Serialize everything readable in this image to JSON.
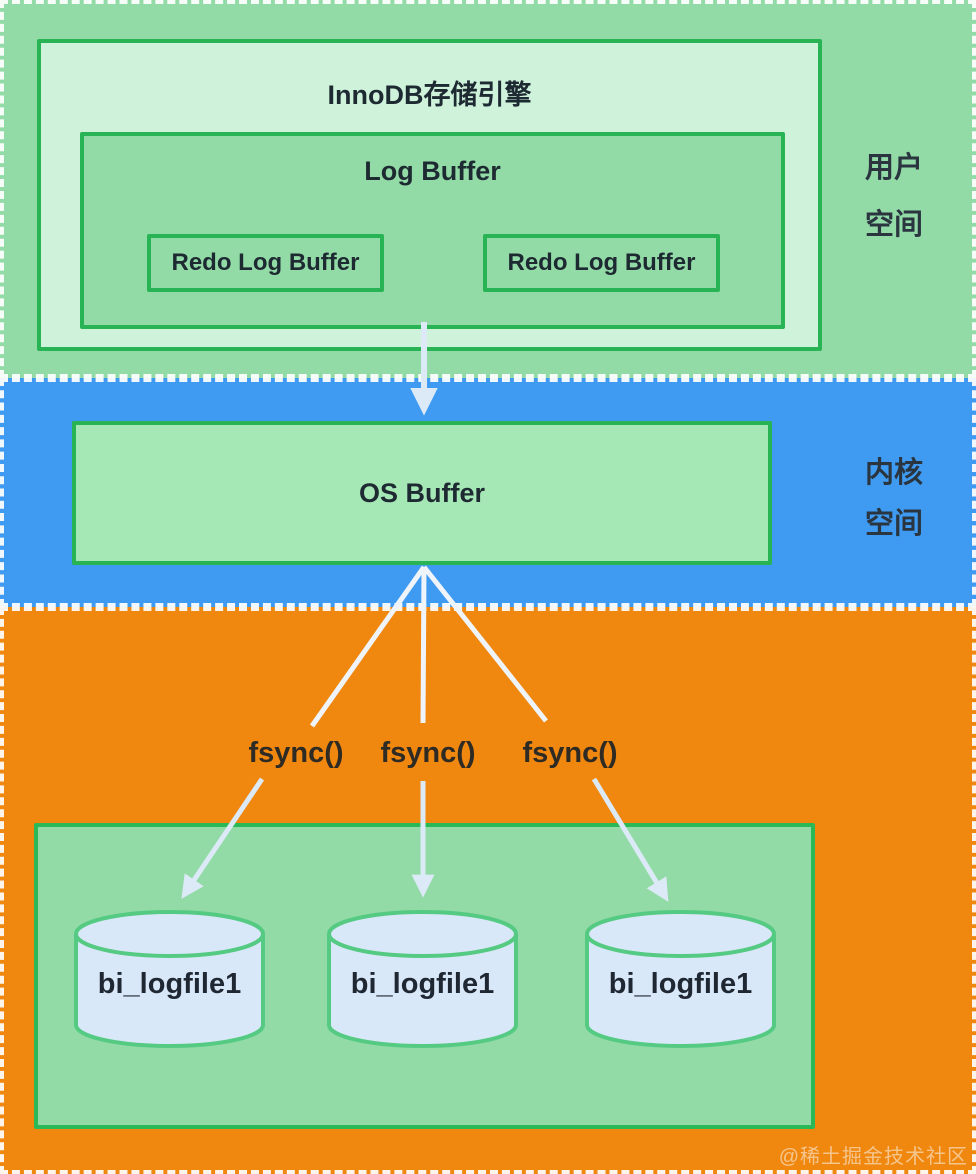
{
  "user_space": {
    "region_label_lines": [
      "用户",
      "空间"
    ],
    "innodb_title": "InnoDB存储引擎",
    "log_buffer_title": "Log Buffer",
    "redo_buffers": [
      "Redo Log Buffer",
      "Redo Log Buffer"
    ]
  },
  "kernel_space": {
    "region_label_lines": [
      "内核",
      "空间"
    ],
    "os_buffer_title": "OS Buffer"
  },
  "disk_area": {
    "fsync_labels": [
      "fsync()",
      "fsync()",
      "fsync()"
    ],
    "log_files": [
      "bi_logfile1",
      "bi_logfile1",
      "bi_logfile1"
    ]
  },
  "watermark": "@稀土掘金技术社区",
  "colors": {
    "user_space_bg": "#92DBA6",
    "kernel_space_bg": "#3F9BF2",
    "disk_bg": "#F0870F",
    "box_border_green": "#28B454",
    "innodb_box_fill": "#CFF2DB",
    "os_buffer_fill": "#A6E7B6",
    "cylinder_fill": "#D9E8F8",
    "cylinder_border": "#55CA82",
    "arrow_color": "#DCE9F6",
    "section_divider": "#FFFFFF"
  }
}
